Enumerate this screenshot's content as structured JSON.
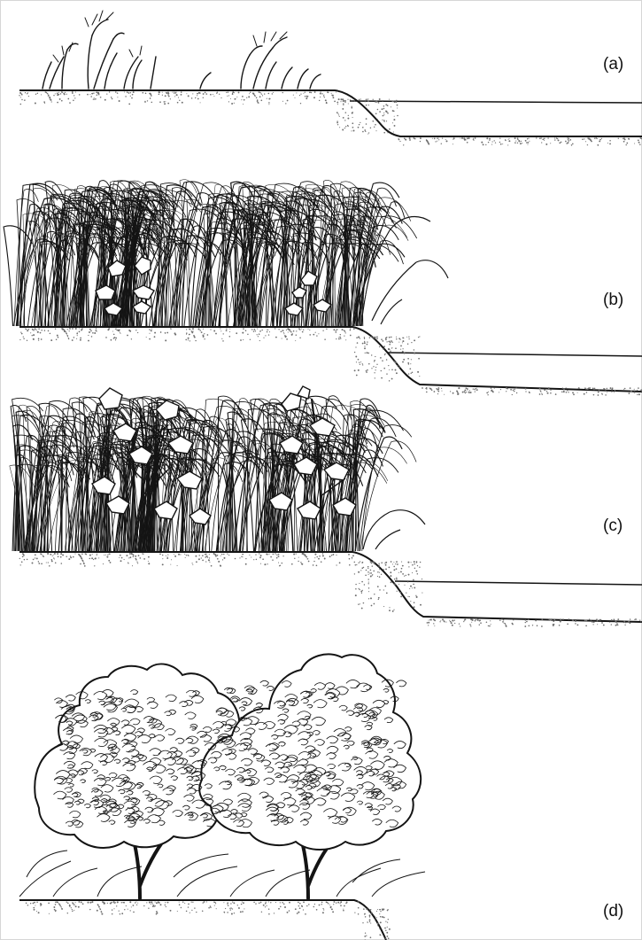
{
  "figure": {
    "panels": [
      {
        "label": "(a)",
        "stage": "sparse-grasses"
      },
      {
        "label": "(b)",
        "stage": "dense-grasses-with-saplings"
      },
      {
        "label": "(c)",
        "stage": "grasses-with-young-trees"
      },
      {
        "label": "(d)",
        "stage": "mature-trees"
      }
    ]
  },
  "colors": {
    "ink": "#141414",
    "sediment": "#6e6e6e",
    "background": "#ffffff",
    "border": "#d6d6d6"
  }
}
